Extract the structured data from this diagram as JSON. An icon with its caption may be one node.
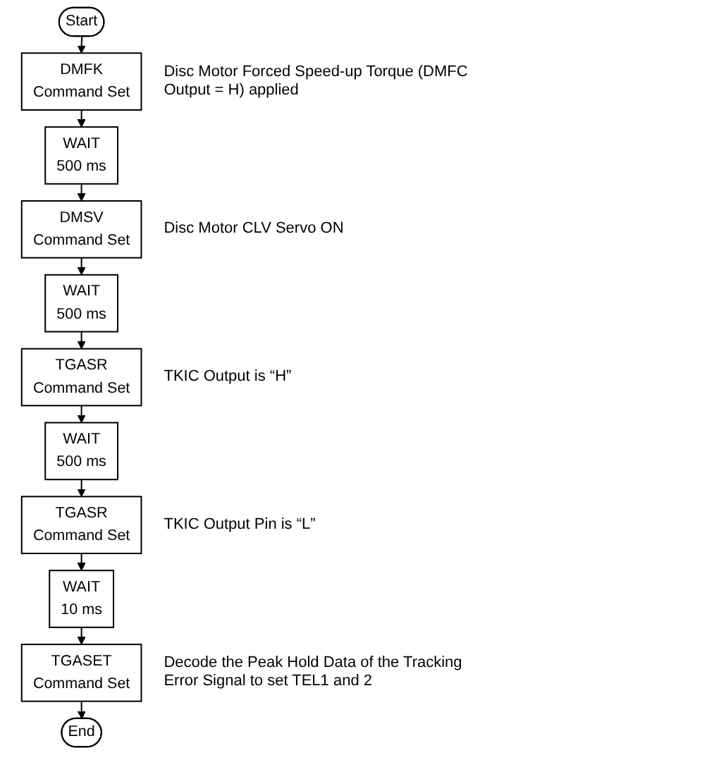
{
  "diagram": {
    "nodes": [
      {
        "text": [
          "Start"
        ]
      },
      {
        "text": [
          "DMFK",
          "Command Set"
        ],
        "beside": [
          "Disc Motor Forced Speed-up Torque (DMFC Output = H) applied"
        ]
      },
      {
        "text": [
          "WAIT",
          "500 ms"
        ]
      },
      {
        "text": [
          "DMSV",
          "Command Set"
        ],
        "beside": [
          "Disc Motor CLV Servo ON"
        ]
      },
      {
        "text": [
          "WAIT",
          "500 ms"
        ]
      },
      {
        "text": [
          "TGASR",
          "Command Set"
        ],
        "beside": [
          "TKIC Output is “H”"
        ]
      },
      {
        "text": [
          "WAIT",
          "500 ms"
        ]
      },
      {
        "text": [
          "TGASR",
          "Command Set"
        ],
        "beside": [
          "TKIC Output Pin is “L”"
        ]
      },
      {
        "text": [
          "WAIT",
          "10 ms"
        ]
      },
      {
        "text": [
          "TGASET",
          "Command Set"
        ],
        "beside": [
          "Decode the Peak Hold Data of the Tracking Error Signal to set TEL1 and 2"
        ]
      },
      {
        "text": [
          "End"
        ]
      }
    ],
    "edges": [
      {
        "from": 0,
        "to": 1,
        "arrow": "to"
      },
      {
        "from": 1,
        "to": 2,
        "arrow": "to"
      },
      {
        "from": 2,
        "to": 3,
        "arrow": "to"
      },
      {
        "from": 3,
        "to": 4,
        "arrow": "to"
      },
      {
        "from": 4,
        "to": 5,
        "arrow": "to"
      },
      {
        "from": 5,
        "to": 6,
        "arrow": "to"
      },
      {
        "from": 6,
        "to": 7,
        "arrow": "to"
      },
      {
        "from": 7,
        "to": 8,
        "arrow": "to"
      },
      {
        "from": 8,
        "to": 9,
        "arrow": "to"
      },
      {
        "from": 9,
        "to": 10,
        "arrow": "to"
      }
    ]
  }
}
